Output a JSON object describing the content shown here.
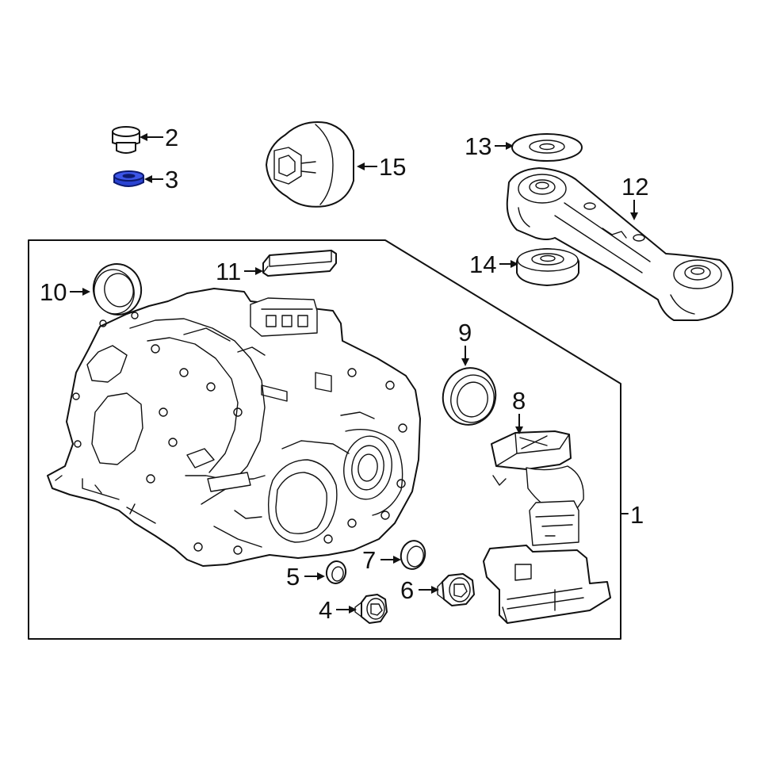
{
  "callouts": {
    "c1": "1",
    "c2": "2",
    "c3": "3",
    "c4": "4",
    "c5": "5",
    "c6": "6",
    "c7": "7",
    "c8": "8",
    "c9": "9",
    "c10": "10",
    "c11": "11",
    "c12": "12",
    "c13": "13",
    "c14": "14",
    "c15": "15"
  },
  "colors": {
    "line": "#111111",
    "background": "#ffffff",
    "highlight_fill": "#2a43d1",
    "highlight_stroke": "#0d1a6e"
  },
  "highlighted_part": "3"
}
